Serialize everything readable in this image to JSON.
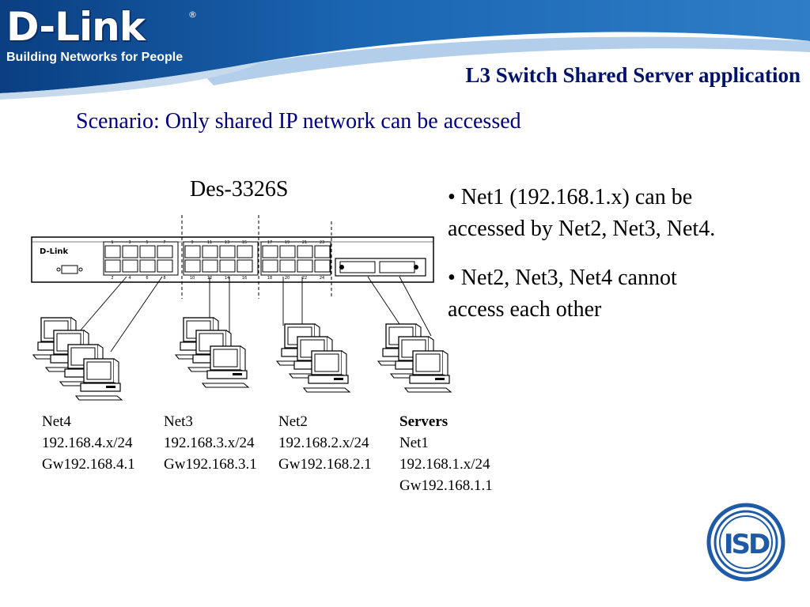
{
  "brand": {
    "logo_text": "D-Link",
    "registered_mark": "®",
    "tagline": "Building Networks for People"
  },
  "slide": {
    "title": "L3 Switch Shared Server application",
    "scenario": "Scenario: Only shared IP network can be accessed"
  },
  "diagram": {
    "switch_model": "Des-3326S",
    "switch_brand": "D-Link",
    "port_numbers_top": [
      "1",
      "3",
      "5",
      "7",
      "9",
      "11",
      "13",
      "15",
      "17",
      "19",
      "21",
      "23"
    ],
    "port_numbers_bottom": [
      "2",
      "4",
      "6",
      "8",
      "10",
      "12",
      "14",
      "16",
      "18",
      "20",
      "22",
      "24"
    ]
  },
  "bullets": [
    {
      "line1": "• Net1 (192.168.1.x) can be",
      "line2": "accessed by Net2, Net3, Net4."
    },
    {
      "line1": "• Net2, Net3, Net4 cannot",
      "line2": "access each other"
    }
  ],
  "networks": [
    {
      "name": "Net4",
      "subnet": "192.168.4.x/24",
      "gateway": "Gw192.168.4.1"
    },
    {
      "name": "Net3",
      "subnet": "192.168.3.x/24",
      "gateway": "Gw192.168.3.1"
    },
    {
      "name": "Net2",
      "subnet": "192.168.2.x/24",
      "gateway": "Gw192.168.2.1"
    },
    {
      "name": "Servers",
      "subnet": "Net1",
      "gateway": "192.168.1.x/24",
      "extra": "Gw192.168.1.1"
    }
  ],
  "colors": {
    "header_blue": "#0d4c93",
    "title_navy": "#00126b",
    "scenario_navy": "#000080",
    "emblem_blue": "#1f5aa6"
  },
  "emblem": {
    "letters": "ISD"
  }
}
